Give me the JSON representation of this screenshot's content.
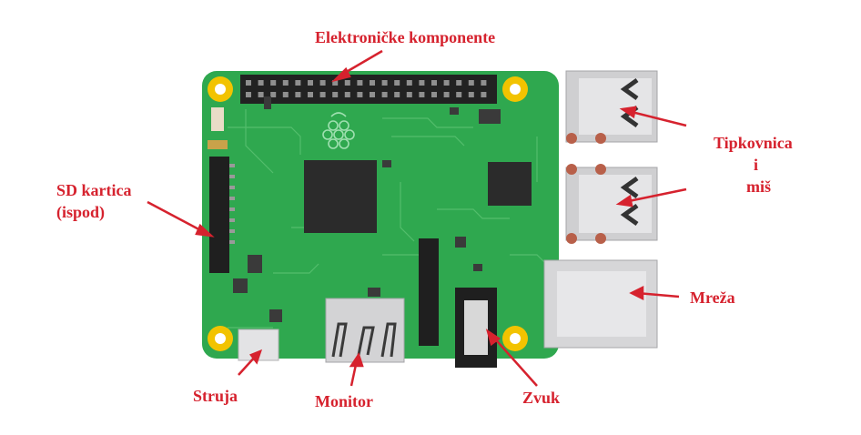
{
  "labels": {
    "gpio": "Elektroničke komponente",
    "sd_line1": "SD kartica",
    "sd_line2": "(ispod)",
    "usb_line1": "Tipkovnica",
    "usb_line2": "i",
    "usb_line3": "miš",
    "ethernet": "Mreža",
    "power": "Struja",
    "hdmi": "Monitor",
    "audio": "Zvuk"
  },
  "colors": {
    "label": "#d6222e",
    "board": "#2fa84f",
    "chip": "#2b2b2b",
    "metal": "#cfcfd1",
    "mount_hole": "#f2c300"
  }
}
